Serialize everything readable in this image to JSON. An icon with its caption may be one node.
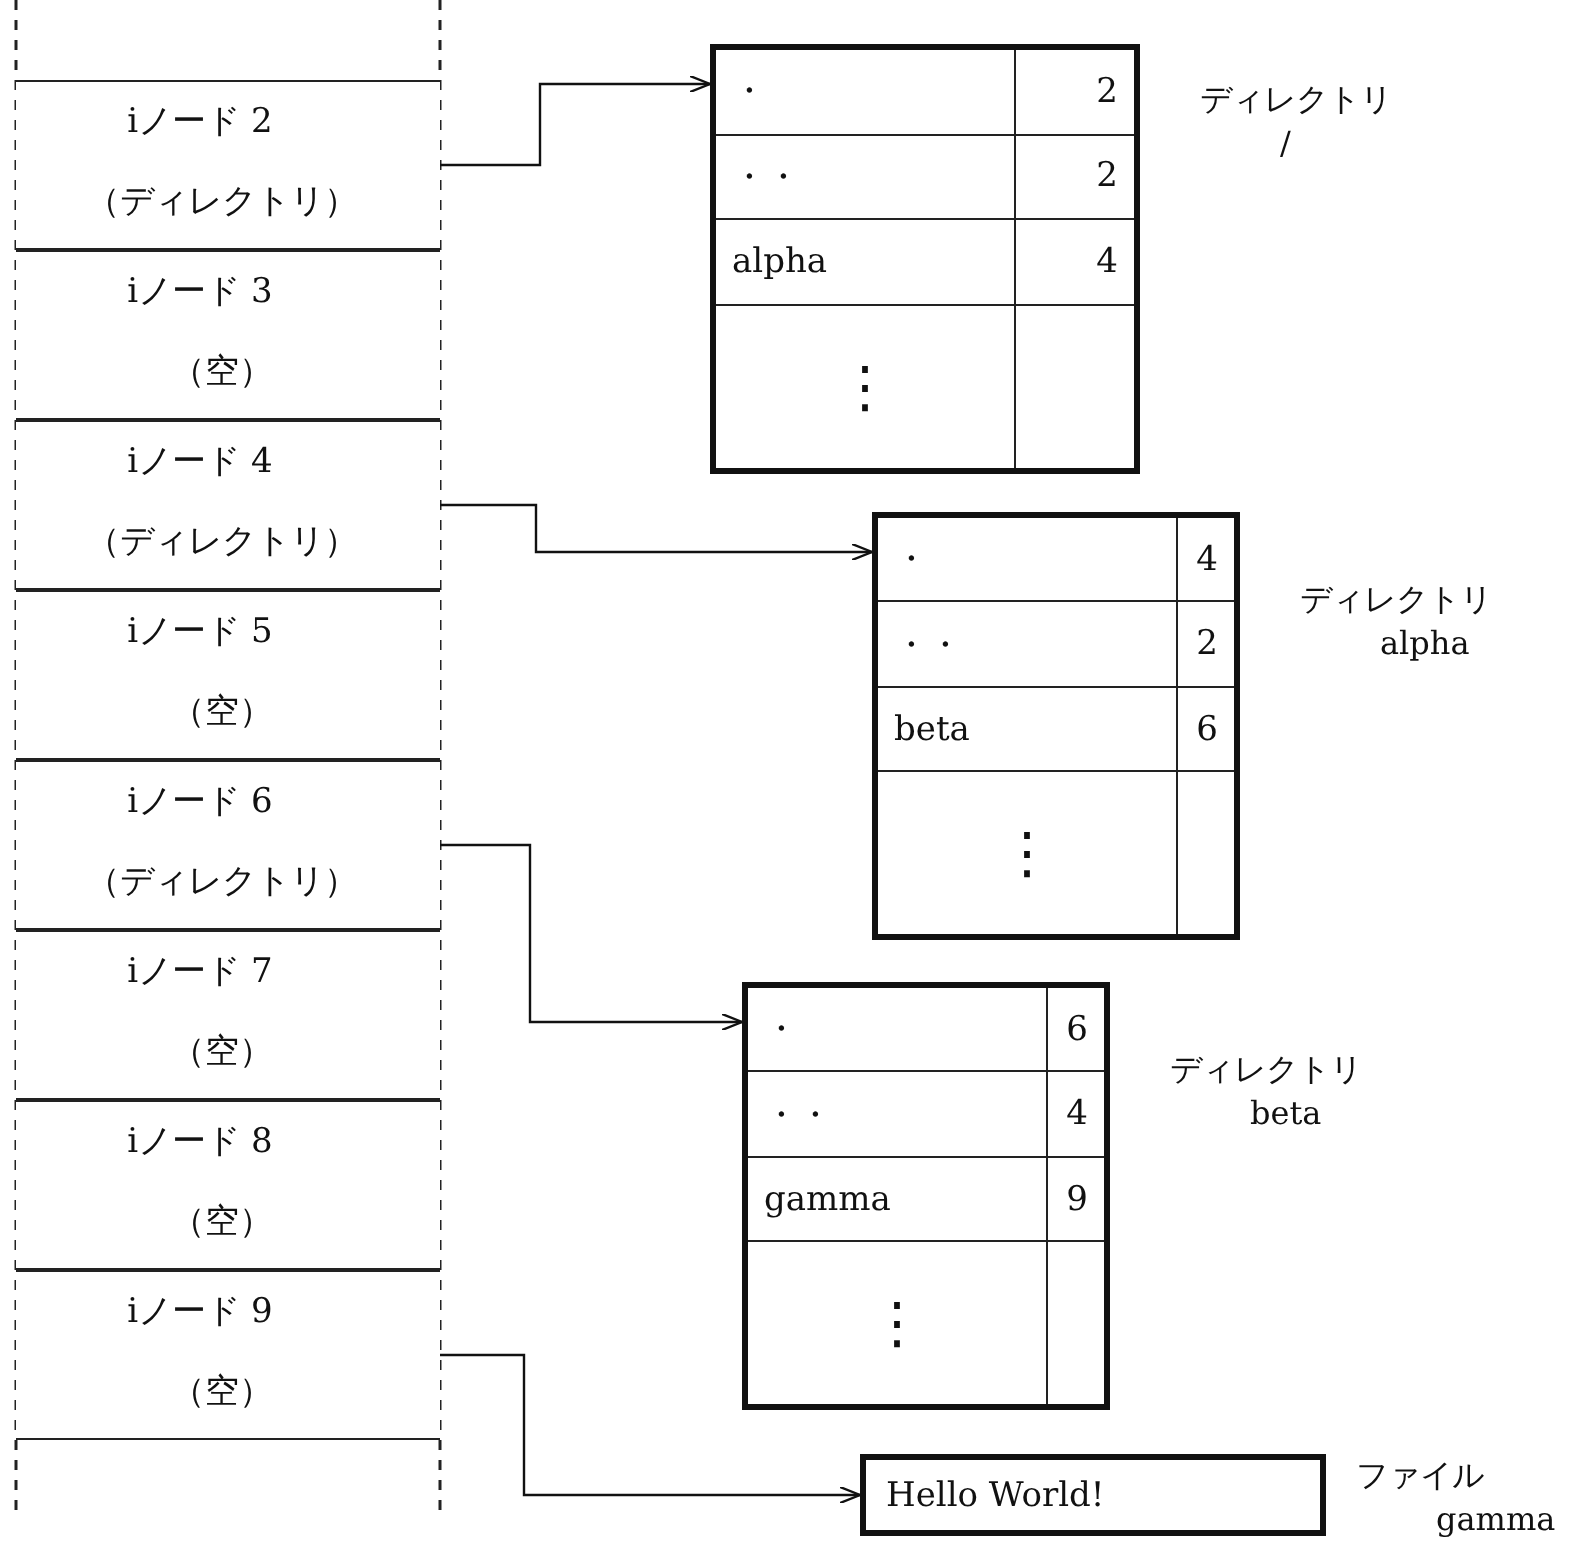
{
  "diagram": {
    "nodes": [
      {
        "text": [
          "iノード 2",
          "（ディレクトリ）"
        ]
      },
      {
        "text": [
          "iノード 3",
          "（空）"
        ]
      },
      {
        "text": [
          "iノード 4",
          "（ディレクトリ）"
        ]
      },
      {
        "text": [
          "iノード 5",
          "（空）"
        ]
      },
      {
        "text": [
          "iノード 6",
          "（ディレクトリ）"
        ]
      },
      {
        "text": [
          "iノード 7",
          "（空）"
        ]
      },
      {
        "text": [
          "iノード 8",
          "（空）"
        ]
      },
      {
        "text": [
          "iノード 9",
          "（空）"
        ]
      },
      {
        "text": [
          "・",
          "2",
          "・・",
          "2",
          "alpha",
          "4",
          "⋮"
        ],
        "beside": [
          "ディレクトリ",
          "/"
        ]
      },
      {
        "text": [
          "・",
          "4",
          "・・",
          "2",
          "beta",
          "6",
          "⋮"
        ],
        "beside": [
          "ディレクトリ",
          "alpha"
        ]
      },
      {
        "text": [
          "・",
          "6",
          "・・",
          "4",
          "gamma",
          "9",
          "⋮"
        ],
        "beside": [
          "ディレクトリ",
          "beta"
        ]
      },
      {
        "text": [
          "Hello World!"
        ],
        "beside": [
          "ファイル",
          "gamma"
        ]
      }
    ],
    "edges": [
      {
        "from": 0,
        "to": 8,
        "arrow": "to"
      },
      {
        "from": 2,
        "to": 9,
        "arrow": "to"
      },
      {
        "from": 4,
        "to": 10,
        "arrow": "to"
      },
      {
        "from": 7,
        "to": 11,
        "arrow": "to"
      }
    ]
  }
}
